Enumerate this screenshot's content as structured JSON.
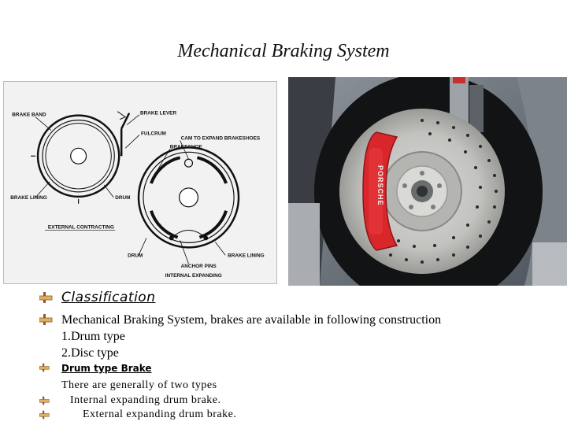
{
  "slide": {
    "title": "Mechanical Braking System"
  },
  "diagram": {
    "labels": {
      "brake_band": "BRAKE BAND",
      "brake_lever": "BRAKE LEVER",
      "fulcrum": "FULCRUM",
      "cam": "CAM TO EXPAND BRAKESHOES",
      "brakeshoe": "BRAKESHOE",
      "brake_lining_left": "BRAKE LINING",
      "drum_left": "DRUM",
      "external_contracting": "EXTERNAL CONTRACTING",
      "drum_bottom": "DRUM",
      "brake_lining_right": "BRAKE LINING",
      "anchor_pins": "ANCHOR PINS",
      "internal_expanding": "INTERNAL EXPANDING"
    }
  },
  "photo": {
    "caliper_text": "PORSCHE"
  },
  "bullets": {
    "classification": "Classification",
    "line1": "Mechanical Braking System, brakes are available in following construction",
    "line2": "1.Drum type",
    "line3": "2.Disc type",
    "drum_heading": "Drum type Brake",
    "drum_line1": "There are generally of two types",
    "drum_line2": "Internal expanding drum brake.",
    "drum_line3": "External expanding drum brake."
  },
  "colors": {
    "caliper_red": "#d8262b",
    "disc_gray": "#c9c9c7",
    "bullet_brown": "#8a5a2b",
    "bullet_gold": "#e0b060"
  }
}
